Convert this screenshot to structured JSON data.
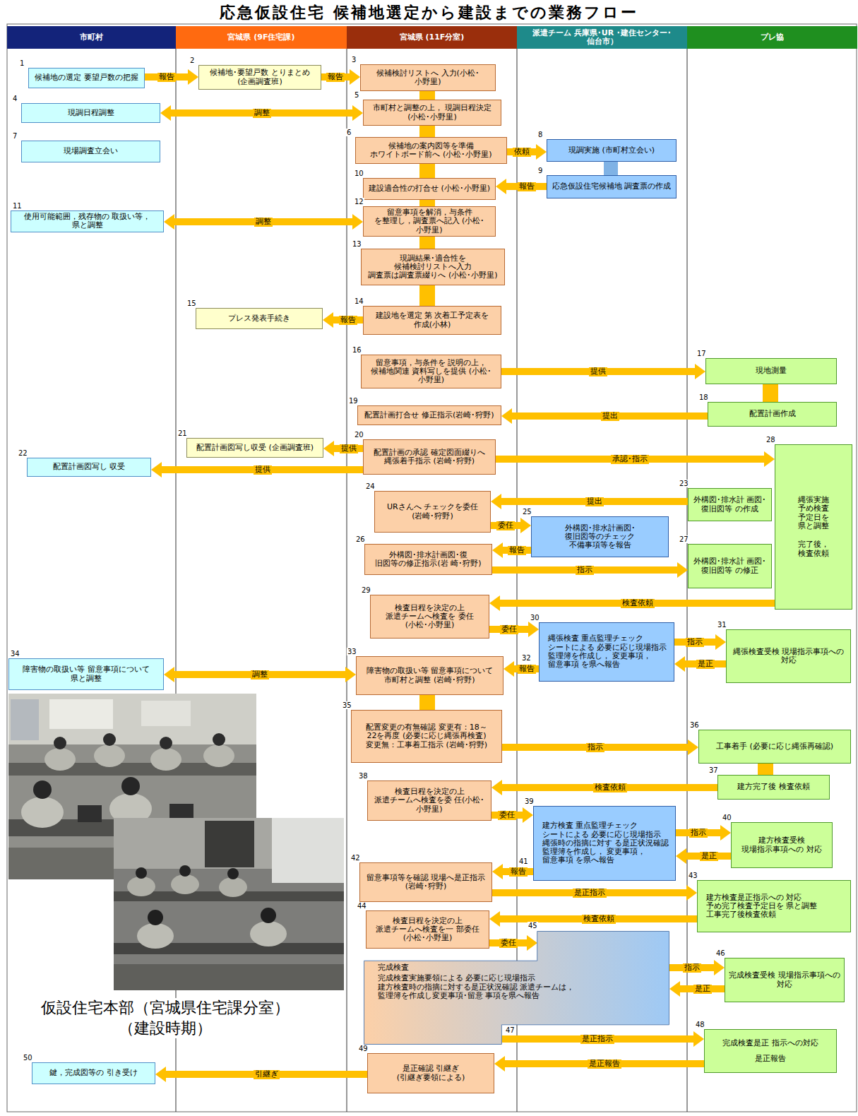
{
  "diagram": {
    "title": "応急仮設住宅 候補地選定から建設までの業務フロー",
    "nodes": [
      {
        "text": [
          "市町村"
        ]
      },
      {
        "text": [
          "宮城県 (9F住宅課)"
        ]
      },
      {
        "text": [
          "宮城県 (11F分室)"
        ]
      },
      {
        "text": [
          "派遣チーム 兵庫県･UR ･建住センター･仙台市）"
        ]
      },
      {
        "text": [
          "プレ協"
        ]
      },
      {
        "text": [
          "1",
          "候補地の選定 要望戸数の把握"
        ]
      },
      {
        "text": [
          "2",
          "候補地･要望戸数 とりまとめ (企画調査班)"
        ]
      },
      {
        "text": [
          "3",
          "候補検討リストへ 入力(小松･小野里)"
        ]
      },
      {
        "text": [
          "4",
          "現調日程調整"
        ]
      },
      {
        "text": [
          "5",
          "市町村と調整の上， 現調日程決定 (小松･小野里)"
        ]
      },
      {
        "text": [
          "6",
          "候補地の案内図等を準備 ホワイトボード前へ (小松･小野里)"
        ]
      },
      {
        "text": [
          "7",
          "現場調査立会い"
        ]
      },
      {
        "text": [
          "8",
          "現調実施 (市町村立会い)"
        ]
      },
      {
        "text": [
          "9",
          "応急仮設住宅候補地 調査票の作成"
        ]
      },
      {
        "text": [
          "10",
          "建設適合性の打合せ (小松･小野里)"
        ]
      },
      {
        "text": [
          "11",
          "使用可能範囲，残存物の 取扱い等，県と調整"
        ]
      },
      {
        "text": [
          "12",
          "留意事項を解消，与条件 を整理し，調査票へ記入 (小松･小野里)"
        ]
      },
      {
        "text": [
          "13",
          "現調結果･適合性を 候補検討リストへ入力 調査票は調査票綴りへ (小松･小野里)"
        ]
      },
      {
        "text": [
          "14",
          "建設地を選定 第 次着工予定表を 作成(小林)"
        ]
      },
      {
        "text": [
          "15",
          "プレス発表手続き"
        ]
      },
      {
        "text": [
          "16",
          "留意事項，与条件を 説明の上，候補地関連 資料写しを提供 (小松･小野里)"
        ]
      },
      {
        "text": [
          "17",
          "現地測量"
        ]
      },
      {
        "text": [
          "18",
          "配置計画作成"
        ]
      },
      {
        "text": [
          "19",
          "配置計画打合せ 修正指示(岩崎･狩野)"
        ]
      },
      {
        "text": [
          "20",
          "配置計画の承認 確定図面綴りへ 縄張着手指示 (岩崎･狩野)"
        ]
      },
      {
        "text": [
          "21",
          "配置計画図写し収受 (企画調査班)"
        ]
      },
      {
        "text": [
          "22",
          "配置計画図写し 収受"
        ]
      },
      {
        "text": [
          "23",
          "外構図･排水計 画図･復旧図等 の作成"
        ]
      },
      {
        "text": [
          "24",
          "URさんへ チェックを委任 (岩崎･狩野)"
        ]
      },
      {
        "text": [
          "25",
          "外構図･排水計画図･ 復旧図等のチェック 不備事項等を報告"
        ]
      },
      {
        "text": [
          "26",
          "外構図･排水計画図･復 旧図等の修正指示(岩 崎･狩野)"
        ]
      },
      {
        "text": [
          "27",
          "外構図･排水計 画図･復旧図等 の修正"
        ]
      },
      {
        "text": [
          "28",
          "縄張実施 予め検査 予定日を 県と調整",
          "完了後， 検査依頼"
        ]
      },
      {
        "text": [
          "29",
          "検査日程を決定の上 派遣チームへ検査を 委任 (小松･小野里)"
        ]
      },
      {
        "text": [
          "30",
          "縄張検査 重点監理チェック シートによる 必要に応じ現場指示 監理簿を作成し， 変更事項，留意事項 を県へ報告"
        ]
      },
      {
        "text": [
          "31",
          "縄張検査受検 現場指示事項への 対応"
        ]
      },
      {
        "text": [
          "33",
          "障害物の取扱い等 留意事項について 市町村と調整 (岩崎･狩野)"
        ]
      },
      {
        "text": [
          "34",
          "障害物の取扱い等 留意事項について 県と調整"
        ]
      },
      {
        "text": [
          "35",
          "配置変更の有無確認 変更有：18～22を再度 (必要に応じ縄張再検査) 変更無：工事着工指示 (岩崎･狩野)"
        ]
      },
      {
        "text": [
          "36",
          "工事着手 (必要に応じ縄張再確認)"
        ]
      },
      {
        "text": [
          "37",
          "建方完了後 検査依頼"
        ]
      },
      {
        "text": [
          "38",
          "検査日程を決定の上 派遣チームへ検査を委 任(小松･小野里)"
        ]
      },
      {
        "text": [
          "39",
          "建方検査 重点監理チェック シートによる 必要に応じ現場指示 縄張時の指摘に対す る是正状況確認 監理簿を作成し， 変更事項，留意事項 を県へ報告"
        ]
      },
      {
        "text": [
          "40",
          "建方検査受検 現場指示事項への 対応"
        ]
      },
      {
        "text": [
          "42",
          "留意事項等を確認 現場へ是正指示 (岩崎･狩野)"
        ]
      },
      {
        "text": [
          "43",
          "建方検査是正指示への 対応 予め完了検査予定日を 県と調整 工事完了後検査依頼"
        ]
      },
      {
        "text": [
          "44",
          "検査日程を決定の上 派遣チームへ検査を一 部委任 (小松･小野里)"
        ]
      },
      {
        "text": [
          "45",
          "完成検査",
          "完成検査実施要領による 必要に応じ現場指示 建方検査時の指摘に対する是正状況確認 派遣チームは，監理簿を作成し変更事項･留意 事項を県へ報告"
        ]
      },
      {
        "text": [
          "46",
          "完成検査受検 現場指示事項への 対応"
        ]
      },
      {
        "text": [
          "48",
          "完成検査是正 指示への対応",
          "是正報告"
        ]
      },
      {
        "text": [
          "49",
          "是正確認 引継ぎ (引継ぎ要領による)"
        ]
      },
      {
        "text": [
          "50",
          "鍵，完成図等の 引き受け"
        ]
      }
    ],
    "edges": [
      {
        "from": 5,
        "to": 6,
        "label": "報告",
        "arrow": "to"
      },
      {
        "from": 6,
        "to": 7,
        "label": "報告",
        "arrow": "to"
      },
      {
        "from": 8,
        "to": 9,
        "label": "調整",
        "arrow": "both"
      },
      {
        "from": 10,
        "to": 12,
        "label": "依頼",
        "arrow": "to"
      },
      {
        "from": 13,
        "to": 14,
        "label": "報告",
        "arrow": "to"
      },
      {
        "from": 15,
        "to": 16,
        "label": "調整",
        "arrow": "both"
      },
      {
        "from": 18,
        "to": 19,
        "label": "報告",
        "arrow": "to"
      },
      {
        "from": 20,
        "to": 21,
        "label": "提供",
        "arrow": "to"
      },
      {
        "from": 22,
        "to": 23,
        "label": "提出",
        "arrow": "to"
      },
      {
        "from": 24,
        "to": 25,
        "label": "提供",
        "arrow": "to"
      },
      {
        "from": 24,
        "to": 26,
        "label": "提供",
        "arrow": "to"
      },
      {
        "from": 24,
        "to": 32,
        "label": "承認･指示",
        "arrow": "to"
      },
      {
        "from": 27,
        "to": 28,
        "label": "提出",
        "arrow": "to"
      },
      {
        "from": 28,
        "to": 29,
        "label": "委任",
        "arrow": "to"
      },
      {
        "from": 29,
        "to": 30,
        "label": "報告",
        "arrow": "to"
      },
      {
        "from": 30,
        "to": 31,
        "label": "指示",
        "arrow": "to"
      },
      {
        "from": 32,
        "to": 33,
        "label": "検査依頼",
        "arrow": "to"
      },
      {
        "from": 33,
        "to": 34,
        "label": "委任",
        "arrow": "to"
      },
      {
        "from": 34,
        "to": 35,
        "label": "指示",
        "arrow": "to"
      },
      {
        "from": 35,
        "to": 34,
        "label": "是正",
        "arrow": "to"
      },
      {
        "from": 34,
        "to": 36,
        "label": "報告",
        "arrow": "to"
      },
      {
        "from": 37,
        "to": 36,
        "label": "調整",
        "arrow": "both"
      },
      {
        "from": 38,
        "to": 39,
        "label": "指示",
        "arrow": "to"
      },
      {
        "from": 40,
        "to": 41,
        "label": "検査依頼",
        "arrow": "to"
      },
      {
        "from": 41,
        "to": 42,
        "label": "委任",
        "arrow": "to"
      },
      {
        "from": 42,
        "to": 43,
        "label": "指示",
        "arrow": "to"
      },
      {
        "from": 43,
        "to": 42,
        "label": "是正",
        "arrow": "to"
      },
      {
        "from": 42,
        "to": 44,
        "label": "報告",
        "arrow": "to"
      },
      {
        "from": 44,
        "to": 45,
        "label": "是正指示",
        "arrow": "to"
      },
      {
        "from": 45,
        "to": 46,
        "label": "検査依頼",
        "arrow": "to"
      },
      {
        "from": 46,
        "to": 47,
        "label": "委任",
        "arrow": "to"
      },
      {
        "from": 47,
        "to": 48,
        "label": "指示",
        "arrow": "to"
      },
      {
        "from": 48,
        "to": 47,
        "label": "是正",
        "arrow": "to"
      },
      {
        "from": 47,
        "to": 49,
        "label": "是正指示",
        "arrow": "to"
      },
      {
        "from": 49,
        "to": 50,
        "label": "是正報告",
        "arrow": "to"
      },
      {
        "from": 50,
        "to": 51,
        "label": "引継ぎ",
        "arrow": "to"
      },
      {
        "from": 7,
        "to": 9,
        "arrow": "none"
      },
      {
        "from": 9,
        "to": 10,
        "arrow": "none"
      },
      {
        "from": 10,
        "to": 14,
        "arrow": "none"
      },
      {
        "from": 14,
        "to": 16,
        "arrow": "none"
      },
      {
        "from": 16,
        "to": 17,
        "arrow": "none"
      },
      {
        "from": 17,
        "to": 18,
        "arrow": "none"
      },
      {
        "from": 12,
        "to": 13,
        "arrow": "none"
      },
      {
        "from": 21,
        "to": 22,
        "arrow": "none"
      },
      {
        "from": 36,
        "to": 38,
        "arrow": "none"
      },
      {
        "from": 39,
        "to": 40,
        "arrow": "none"
      }
    ],
    "labels": [
      "32",
      "41",
      "47",
      "仮設住宅本部（宮城県住宅課分室） （建設時期）"
    ]
  }
}
